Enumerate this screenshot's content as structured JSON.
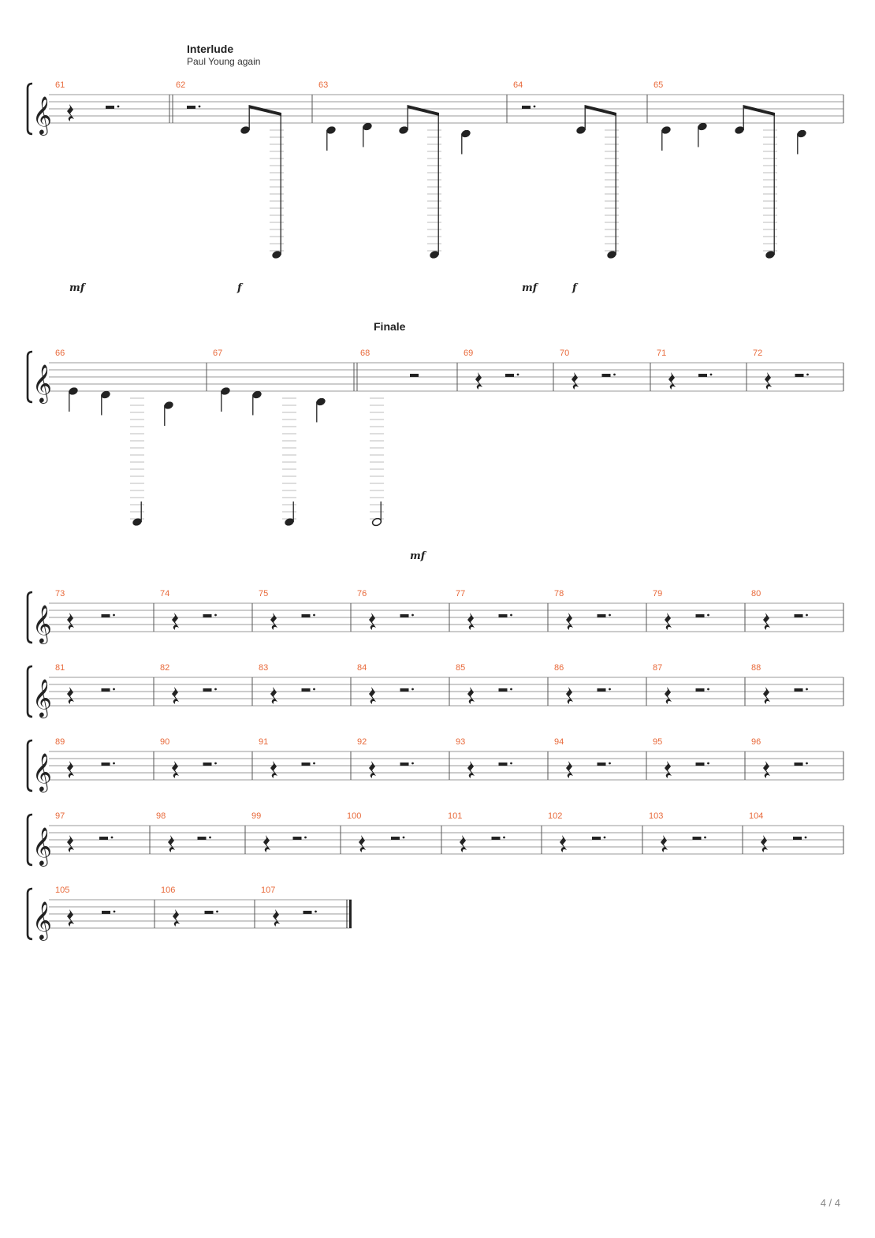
{
  "sections": {
    "interlude": {
      "title": "Interlude",
      "subtitle": "Paul Young again"
    },
    "finale": {
      "title": "Finale"
    }
  },
  "dynamics": [
    "mf",
    "f",
    "mf",
    "f",
    "mf"
  ],
  "page_indicator": "4 / 4",
  "clef": "treble",
  "systems": [
    {
      "measures": [
        {
          "number": "61",
          "content": "rest-q-hd"
        },
        {
          "number": "62",
          "content": "m62"
        },
        {
          "number": "63",
          "content": "m63"
        },
        {
          "number": "64",
          "content": "m64"
        },
        {
          "number": "65",
          "content": "m65"
        }
      ]
    },
    {
      "measures": [
        {
          "number": "66",
          "content": "m66"
        },
        {
          "number": "67",
          "content": "m67"
        },
        {
          "number": "68",
          "content": "m68"
        },
        {
          "number": "69",
          "content": "rest-q-hd"
        },
        {
          "number": "70",
          "content": "rest-q-hd"
        },
        {
          "number": "71",
          "content": "rest-q-hd"
        },
        {
          "number": "72",
          "content": "rest-q-hd"
        }
      ]
    },
    {
      "measures": [
        {
          "number": "73",
          "content": "rest-q-hd"
        },
        {
          "number": "74",
          "content": "rest-q-hd"
        },
        {
          "number": "75",
          "content": "rest-q-hd"
        },
        {
          "number": "76",
          "content": "rest-q-hd"
        },
        {
          "number": "77",
          "content": "rest-q-hd"
        },
        {
          "number": "78",
          "content": "rest-q-hd"
        },
        {
          "number": "79",
          "content": "rest-q-hd"
        },
        {
          "number": "80",
          "content": "rest-q-hd"
        }
      ]
    },
    {
      "measures": [
        {
          "number": "81",
          "content": "rest-q-hd"
        },
        {
          "number": "82",
          "content": "rest-q-hd"
        },
        {
          "number": "83",
          "content": "rest-q-hd"
        },
        {
          "number": "84",
          "content": "rest-q-hd"
        },
        {
          "number": "85",
          "content": "rest-q-hd"
        },
        {
          "number": "86",
          "content": "rest-q-hd"
        },
        {
          "number": "87",
          "content": "rest-q-hd"
        },
        {
          "number": "88",
          "content": "rest-q-hd"
        }
      ]
    },
    {
      "measures": [
        {
          "number": "89",
          "content": "rest-q-hd"
        },
        {
          "number": "90",
          "content": "rest-q-hd"
        },
        {
          "number": "91",
          "content": "rest-q-hd"
        },
        {
          "number": "92",
          "content": "rest-q-hd"
        },
        {
          "number": "93",
          "content": "rest-q-hd"
        },
        {
          "number": "94",
          "content": "rest-q-hd"
        },
        {
          "number": "95",
          "content": "rest-q-hd"
        },
        {
          "number": "96",
          "content": "rest-q-hd"
        }
      ]
    },
    {
      "measures": [
        {
          "number": "97",
          "content": "rest-q-hd"
        },
        {
          "number": "98",
          "content": "rest-q-hd"
        },
        {
          "number": "99",
          "content": "rest-q-hd"
        },
        {
          "number": "100",
          "content": "rest-q-hd"
        },
        {
          "number": "101",
          "content": "rest-q-hd"
        },
        {
          "number": "102",
          "content": "rest-q-hd"
        },
        {
          "number": "103",
          "content": "rest-q-hd"
        },
        {
          "number": "104",
          "content": "rest-q-hd"
        }
      ]
    },
    {
      "measures": [
        {
          "number": "105",
          "content": "rest-q-hd"
        },
        {
          "number": "106",
          "content": "rest-q-hd"
        },
        {
          "number": "107",
          "content": "rest-q-hd"
        }
      ]
    }
  ],
  "colors": {
    "measure_number": "#e8693a",
    "staff": "#9a9a9a",
    "ink": "#222222",
    "page_number": "#888888"
  }
}
